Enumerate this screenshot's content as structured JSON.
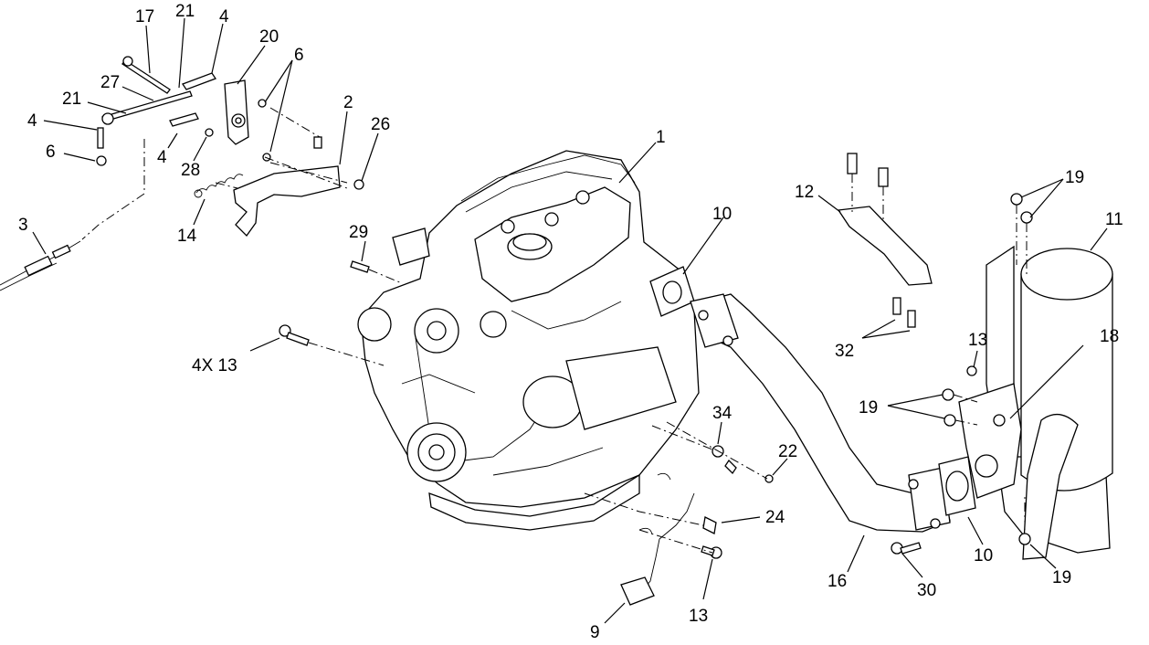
{
  "callouts": {
    "c17": "17",
    "c21a": "21",
    "c4a": "4",
    "c20": "20",
    "c6a": "6",
    "c27": "27",
    "c21b": "21",
    "c4b": "4",
    "c6b": "6",
    "c4c": "4",
    "c28": "28",
    "c2": "2",
    "c26": "26",
    "c14": "14",
    "c3": "3",
    "c1": "1",
    "c29": "29",
    "c10a": "10",
    "c12": "12",
    "c19a": "19",
    "c11": "11",
    "c32": "32",
    "c4x13": "4X 13",
    "c13a": "13",
    "c18": "18",
    "c19b": "19",
    "c34": "34",
    "c22": "22",
    "c24": "24",
    "c16": "16",
    "c10b": "10",
    "c19c": "19",
    "c30": "30",
    "c13b": "13",
    "c9": "9"
  }
}
